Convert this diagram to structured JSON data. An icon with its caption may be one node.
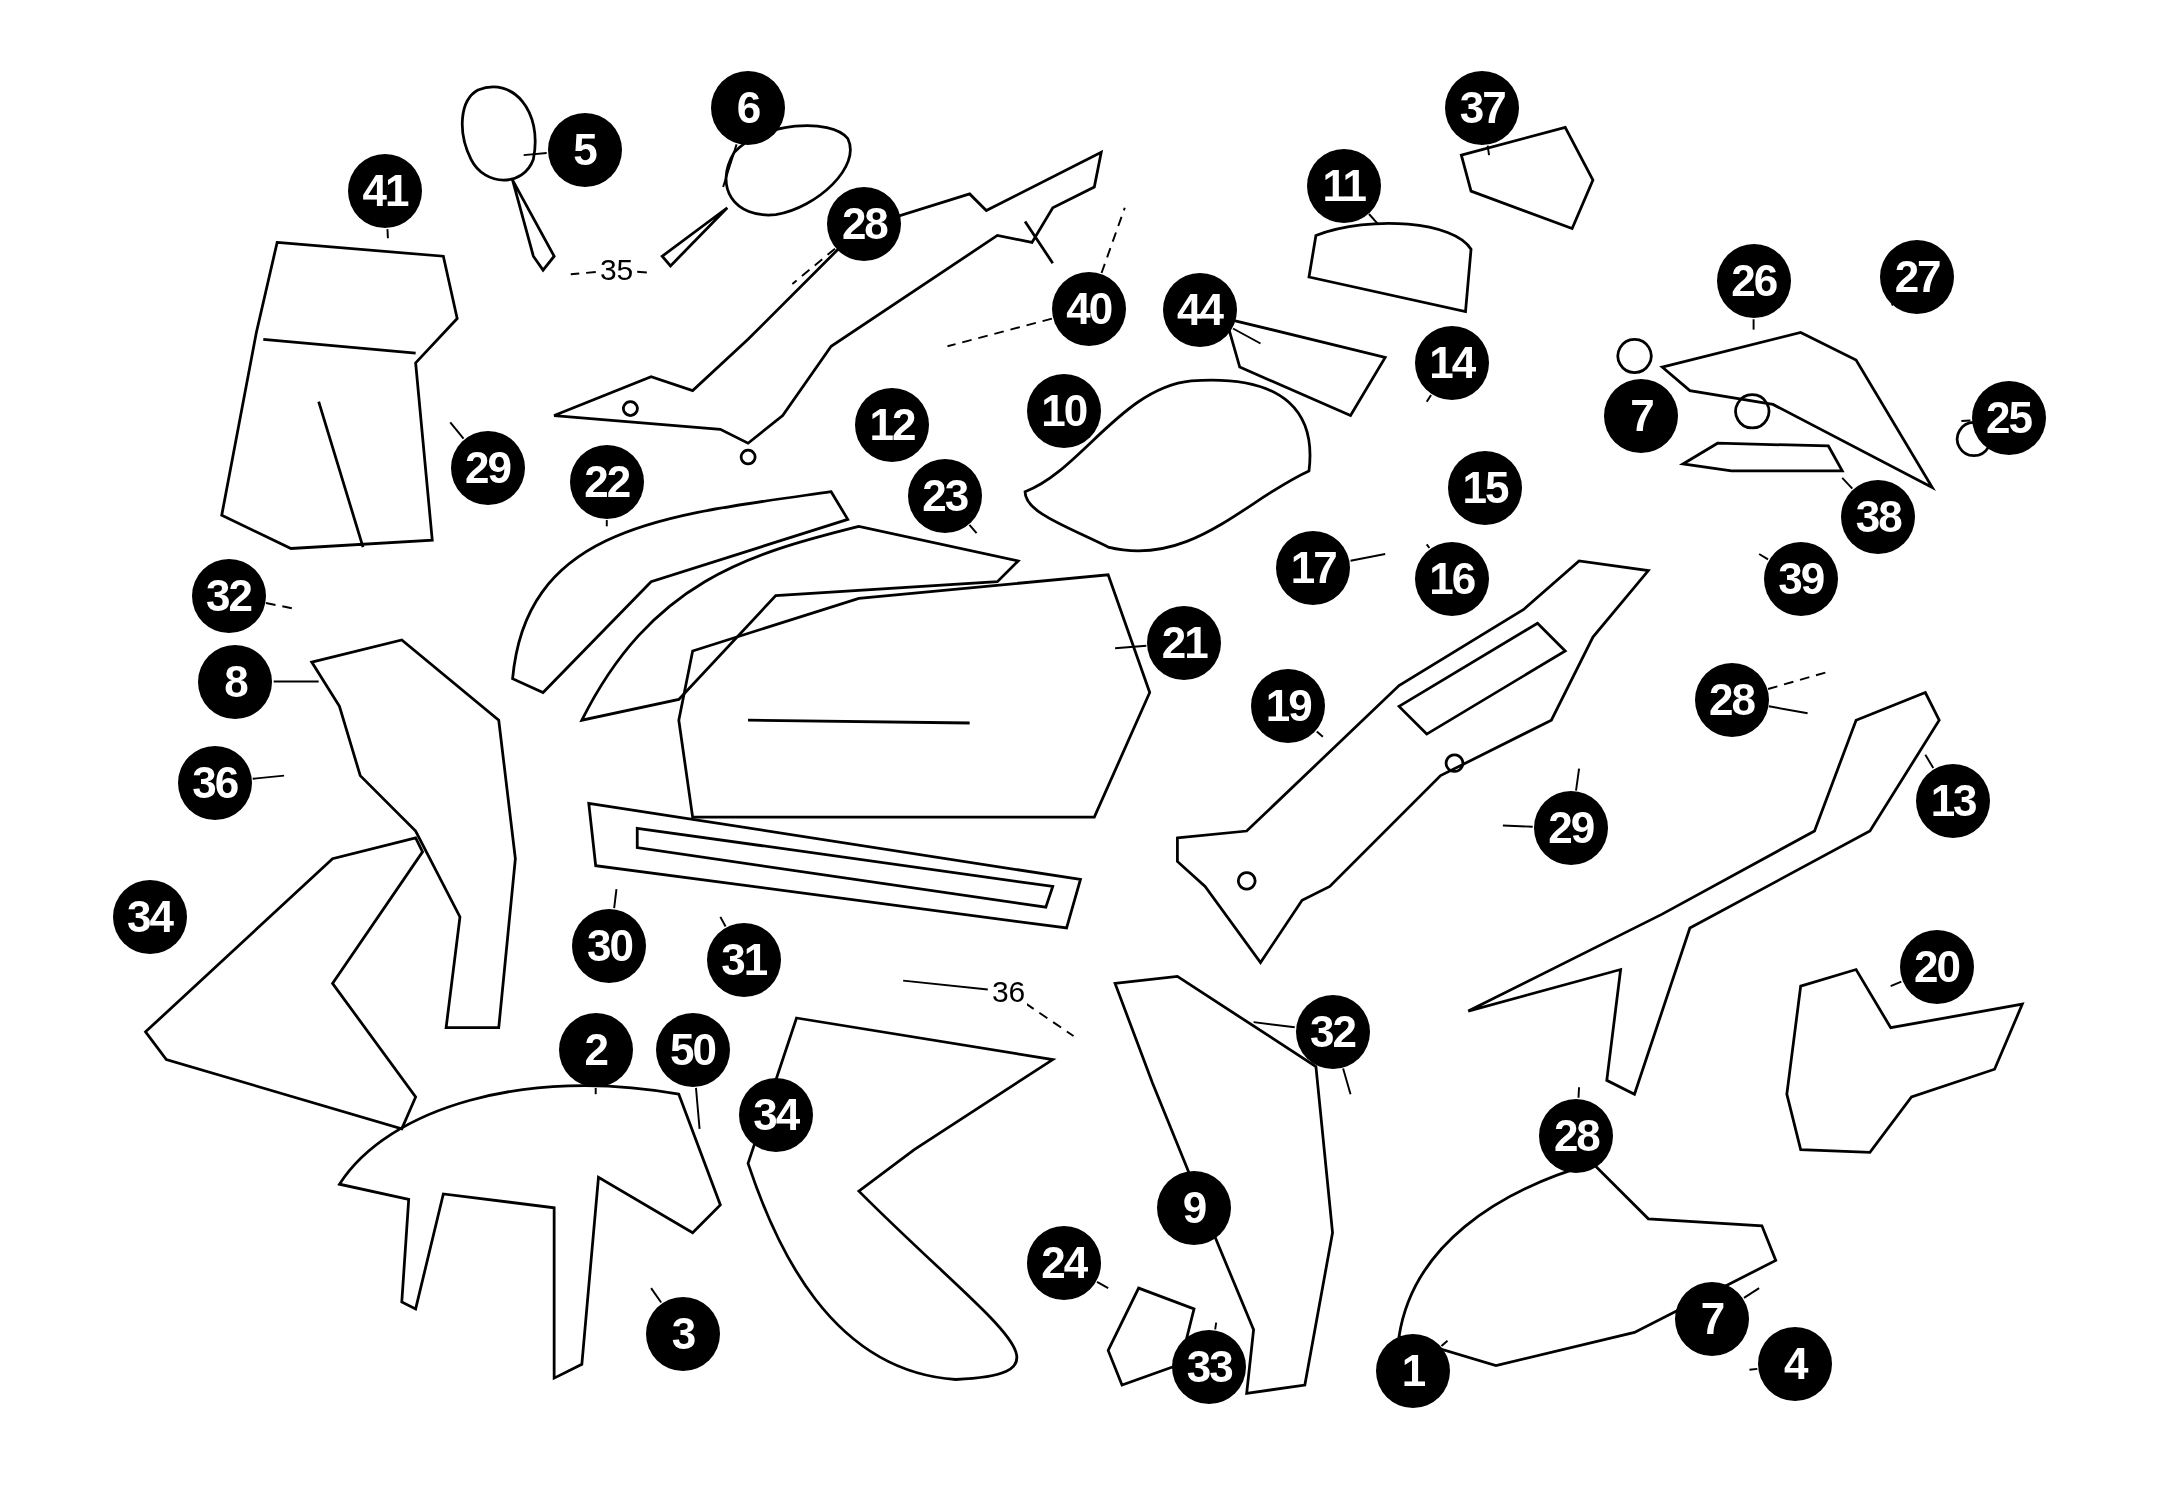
{
  "diagram": {
    "nodes": [
      {
        "text": [
          "6"
        ]
      },
      {
        "text": [
          "37"
        ]
      },
      {
        "text": [
          "5"
        ]
      },
      {
        "text": [
          "11"
        ]
      },
      {
        "text": [
          "41"
        ]
      },
      {
        "text": [
          "28"
        ]
      },
      {
        "text": [
          "35"
        ]
      },
      {
        "text": [
          "26"
        ]
      },
      {
        "text": [
          "27"
        ]
      },
      {
        "text": [
          "44"
        ]
      },
      {
        "text": [
          "40"
        ]
      },
      {
        "text": [
          "14"
        ]
      },
      {
        "text": [
          "25"
        ]
      },
      {
        "text": [
          "29"
        ]
      },
      {
        "text": [
          "22"
        ]
      },
      {
        "text": [
          "23"
        ]
      },
      {
        "text": [
          "38"
        ]
      },
      {
        "text": [
          "17"
        ]
      },
      {
        "text": [
          "16"
        ]
      },
      {
        "text": [
          "39"
        ]
      },
      {
        "text": [
          "32"
        ]
      },
      {
        "text": [
          "21"
        ]
      },
      {
        "text": [
          "8"
        ]
      },
      {
        "text": [
          "28"
        ]
      },
      {
        "text": [
          "19"
        ]
      },
      {
        "text": [
          "36"
        ]
      },
      {
        "text": [
          "13"
        ]
      },
      {
        "text": [
          "29"
        ]
      },
      {
        "text": [
          "30"
        ]
      },
      {
        "text": [
          "31"
        ]
      },
      {
        "text": [
          "36"
        ]
      },
      {
        "text": [
          "20"
        ]
      },
      {
        "text": [
          "32"
        ]
      },
      {
        "text": [
          "2"
        ]
      },
      {
        "text": [
          "50"
        ]
      },
      {
        "text": [
          "28"
        ]
      },
      {
        "text": [
          "24"
        ]
      },
      {
        "text": [
          "33"
        ]
      },
      {
        "text": [
          "3"
        ]
      },
      {
        "text": [
          "7"
        ]
      },
      {
        "text": [
          "1"
        ]
      },
      {
        "text": [
          "4"
        ]
      },
      {
        "text": [
          "10"
        ]
      },
      {
        "text": [
          "7"
        ]
      },
      {
        "text": [
          "12"
        ]
      },
      {
        "text": [
          "15"
        ]
      },
      {
        "text": [
          "34"
        ]
      },
      {
        "text": [
          "34"
        ]
      },
      {
        "text": [
          "9"
        ]
      }
    ],
    "edges": [
      {
        "from": 0,
        "to": null,
        "arrow": "none"
      },
      {
        "from": 1,
        "to": null,
        "arrow": "none"
      },
      {
        "from": 2,
        "to": null,
        "arrow": "none"
      },
      {
        "from": 3,
        "to": null,
        "arrow": "none"
      },
      {
        "from": 4,
        "to": null,
        "arrow": "none"
      },
      {
        "from": 5,
        "to": null,
        "arrow": "none",
        "style": "dashed"
      },
      {
        "from": 6,
        "to": null,
        "arrow": "none",
        "style": "dashed"
      },
      {
        "from": 6,
        "to": null,
        "arrow": "none",
        "style": "dashed"
      },
      {
        "from": 7,
        "to": null,
        "arrow": "none"
      },
      {
        "from": 8,
        "to": null,
        "arrow": "none"
      },
      {
        "from": 9,
        "to": null,
        "arrow": "none"
      },
      {
        "from": 10,
        "to": null,
        "arrow": "none",
        "style": "dashed"
      },
      {
        "from": 10,
        "to": null,
        "arrow": "none",
        "style": "dashed"
      },
      {
        "from": 11,
        "to": null,
        "arrow": "none"
      },
      {
        "from": 12,
        "to": null,
        "arrow": "none"
      },
      {
        "from": 13,
        "to": null,
        "arrow": "none"
      },
      {
        "from": 14,
        "to": null,
        "arrow": "none"
      },
      {
        "from": 15,
        "to": null,
        "arrow": "none"
      },
      {
        "from": 16,
        "to": null,
        "arrow": "none"
      },
      {
        "from": 17,
        "to": null,
        "arrow": "none"
      },
      {
        "from": 18,
        "to": null,
        "arrow": "none"
      },
      {
        "from": 19,
        "to": null,
        "arrow": "none"
      },
      {
        "from": 20,
        "to": null,
        "arrow": "none",
        "style": "dashed"
      },
      {
        "from": 21,
        "to": null,
        "arrow": "none"
      },
      {
        "from": 22,
        "to": null,
        "arrow": "none"
      },
      {
        "from": 23,
        "to": null,
        "arrow": "none",
        "style": "dashed"
      },
      {
        "from": 23,
        "to": null,
        "arrow": "none"
      },
      {
        "from": 24,
        "to": null,
        "arrow": "none"
      },
      {
        "from": 25,
        "to": null,
        "arrow": "none"
      },
      {
        "from": 26,
        "to": null,
        "arrow": "none"
      },
      {
        "from": 27,
        "to": null,
        "arrow": "none"
      },
      {
        "from": 27,
        "to": null,
        "arrow": "none"
      },
      {
        "from": 28,
        "to": null,
        "arrow": "none"
      },
      {
        "from": 29,
        "to": null,
        "arrow": "none"
      },
      {
        "from": 30,
        "to": null,
        "arrow": "none"
      },
      {
        "from": 30,
        "to": null,
        "arrow": "none",
        "style": "dashed"
      },
      {
        "from": 31,
        "to": null,
        "arrow": "none"
      },
      {
        "from": 32,
        "to": null,
        "arrow": "none"
      },
      {
        "from": 32,
        "to": null,
        "arrow": "none"
      },
      {
        "from": 33,
        "to": null,
        "arrow": "none"
      },
      {
        "from": 34,
        "to": null,
        "arrow": "none"
      },
      {
        "from": 35,
        "to": null,
        "arrow": "none"
      },
      {
        "from": 36,
        "to": null,
        "arrow": "none"
      },
      {
        "from": 37,
        "to": null,
        "arrow": "none"
      },
      {
        "from": 38,
        "to": null,
        "arrow": "none"
      },
      {
        "from": 39,
        "to": null,
        "arrow": "none"
      },
      {
        "from": 40,
        "to": null,
        "arrow": "none"
      },
      {
        "from": 41,
        "to": null,
        "arrow": "none"
      }
    ]
  }
}
